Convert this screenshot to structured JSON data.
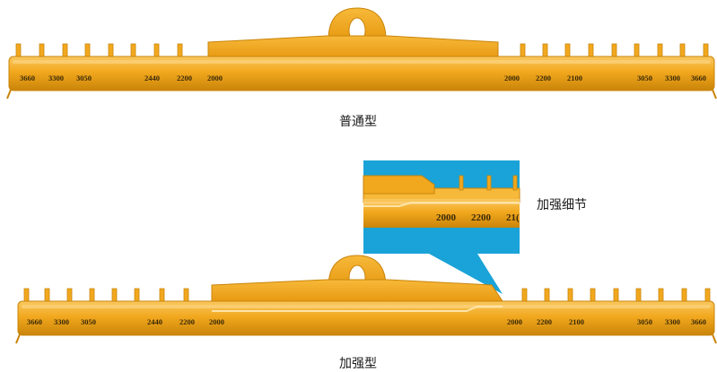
{
  "colors": {
    "beam": "#f2a81e",
    "beam_dark": "#c98409",
    "beam_light": "#f9c860",
    "detail_bg": "#1aa3d8"
  },
  "standard": {
    "caption": "普通型",
    "left_marks": [
      "3660",
      "3300",
      "3050",
      "2440",
      "2200",
      "2000"
    ],
    "right_marks": [
      "2000",
      "2200",
      "2100",
      "3050",
      "3300",
      "3660"
    ]
  },
  "reinforced": {
    "caption": "加强型",
    "left_marks": [
      "3660",
      "3300",
      "3050",
      "2440",
      "2200",
      "2000"
    ],
    "right_marks": [
      "2000",
      "2200",
      "2100",
      "3050",
      "3300",
      "3660"
    ]
  },
  "detail": {
    "caption": "加强细节",
    "marks": [
      "2000",
      "2200",
      "21("
    ]
  }
}
